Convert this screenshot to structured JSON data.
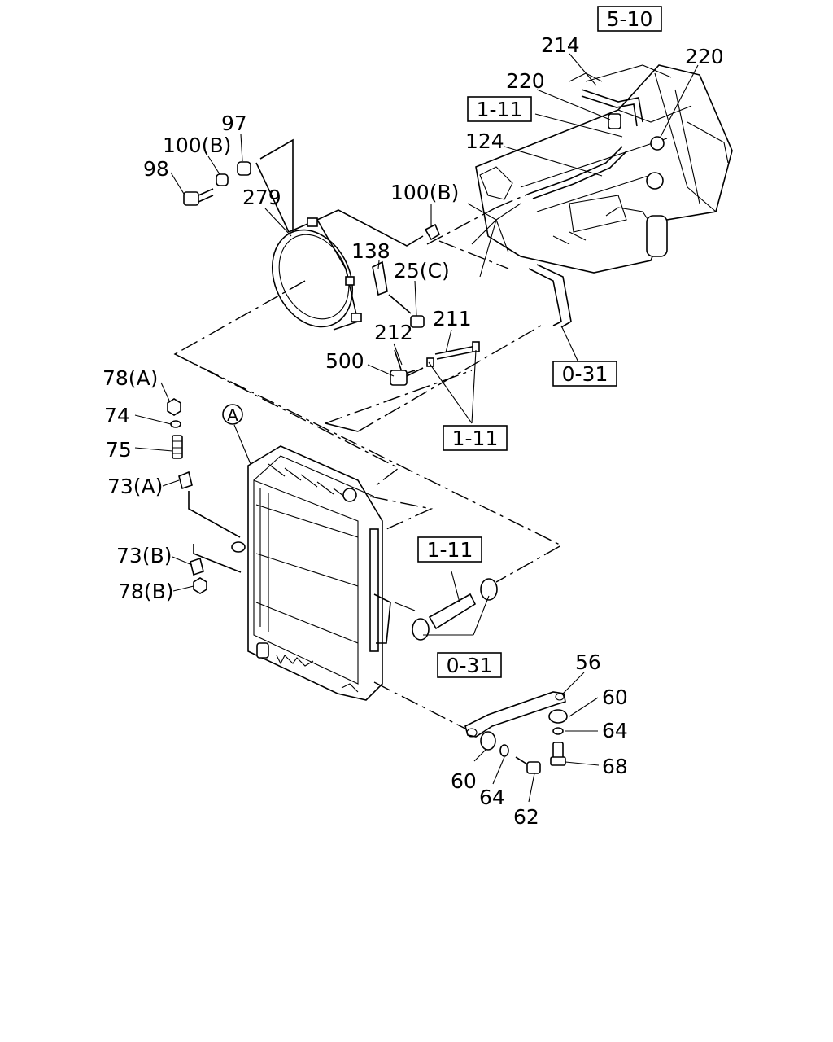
{
  "callouts": {
    "c5_10": "5-10",
    "c1_11_top": "1-11",
    "c0_31_right": "0-31",
    "c1_11_mid": "1-11",
    "c1_11_low": "1-11",
    "c0_31_bottom": "0-31",
    "circle_a": "A"
  },
  "parts": {
    "p214": "214",
    "p220_right": "220",
    "p220_left": "220",
    "p124": "124",
    "p97": "97",
    "p100b_left": "100(B)",
    "p98": "98",
    "p279": "279",
    "p100b_mid": "100(B)",
    "p138": "138",
    "p25c": "25(C)",
    "p211": "211",
    "p212": "212",
    "p500": "500",
    "p78a": "78(A)",
    "p74": "74",
    "p75": "75",
    "p73a": "73(A)",
    "p73b": "73(B)",
    "p78b": "78(B)",
    "p56": "56",
    "p60_right": "60",
    "p64_right": "64",
    "p68": "68",
    "p60_left": "60",
    "p64_left": "64",
    "p62": "62"
  }
}
